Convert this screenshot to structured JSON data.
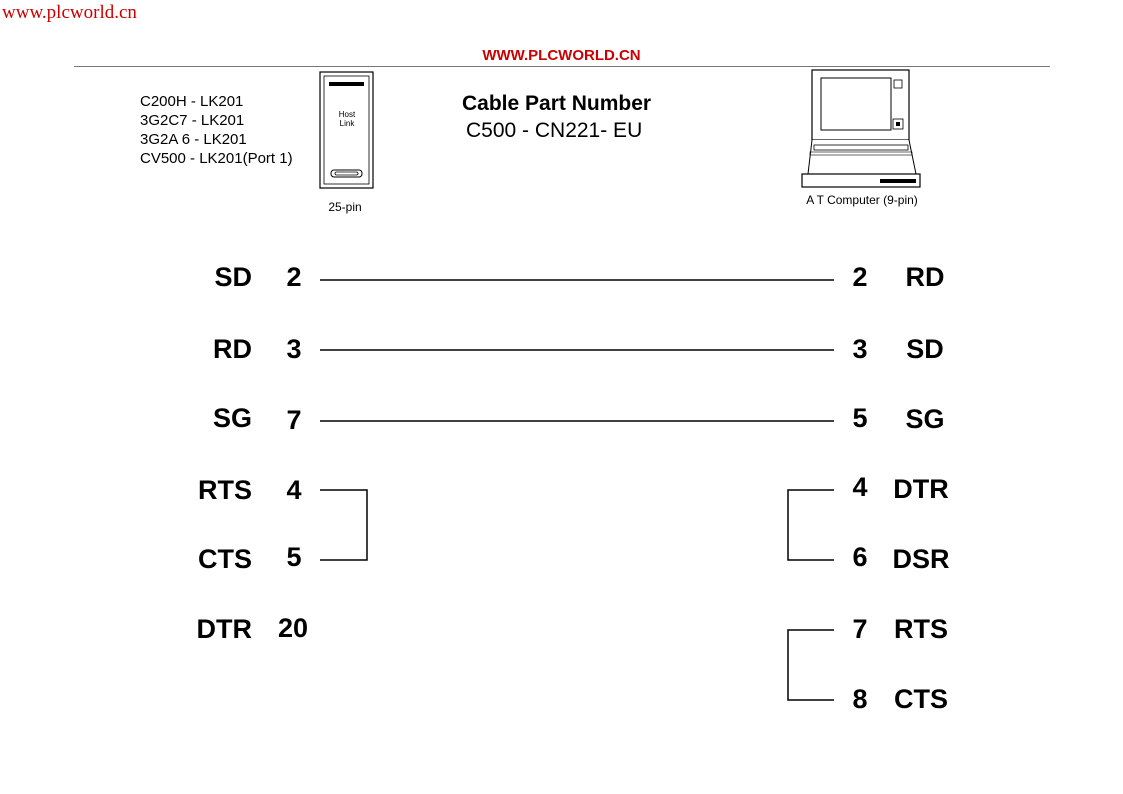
{
  "watermark": "www.plcworld.cn",
  "header_title": "WWW.PLCWORLD.CN",
  "plc_models": [
    "C200H - LK201",
    "3G2C7 - LK201",
    "3G2A 6 - LK201",
    "CV500 - LK201(Port 1)"
  ],
  "host_link": {
    "line1": "Host",
    "line2": "Link",
    "caption": "25-pin"
  },
  "cable": {
    "title": "Cable Part Number",
    "number": "C500 - CN221- EU"
  },
  "computer": {
    "caption": "A T Computer (9-pin)"
  },
  "left_pins": [
    {
      "signal": "SD",
      "pin": "2"
    },
    {
      "signal": "RD",
      "pin": "3"
    },
    {
      "signal": "SG",
      "pin": "7"
    },
    {
      "signal": "RTS",
      "pin": "4"
    },
    {
      "signal": "CTS",
      "pin": "5"
    },
    {
      "signal": "DTR",
      "pin": "20"
    }
  ],
  "right_pins": [
    {
      "pin": "2",
      "signal": "RD"
    },
    {
      "pin": "3",
      "signal": "SD"
    },
    {
      "pin": "5",
      "signal": "SG"
    },
    {
      "pin": "4",
      "signal": "DTR"
    },
    {
      "pin": "6",
      "signal": "DSR"
    },
    {
      "pin": "7",
      "signal": "RTS"
    },
    {
      "pin": "8",
      "signal": "CTS"
    }
  ],
  "colors": {
    "header": "#cc0000",
    "watermark": "#cc0000"
  }
}
